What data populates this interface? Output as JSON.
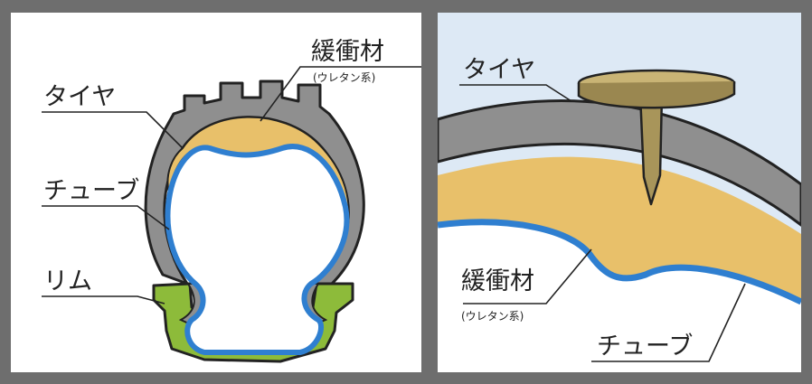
{
  "left_panel": {
    "labels": {
      "cushion": "緩衝材",
      "cushion_note": "(ウレタン系)",
      "tire": "タイヤ",
      "tube": "チューブ",
      "rim": "リム"
    }
  },
  "right_panel": {
    "labels": {
      "tire": "タイヤ",
      "cushion": "緩衝材",
      "cushion_note": "(ウレタン系)",
      "tube": "チューブ"
    }
  },
  "colors": {
    "background": "#6e6e6e",
    "tire": "#8f8f8f",
    "cushion": "#e8c06a",
    "tube": "#2f7fd0",
    "rim": "#8dbb3a",
    "sky": "#dde9f5",
    "nail": "#a8955a"
  }
}
